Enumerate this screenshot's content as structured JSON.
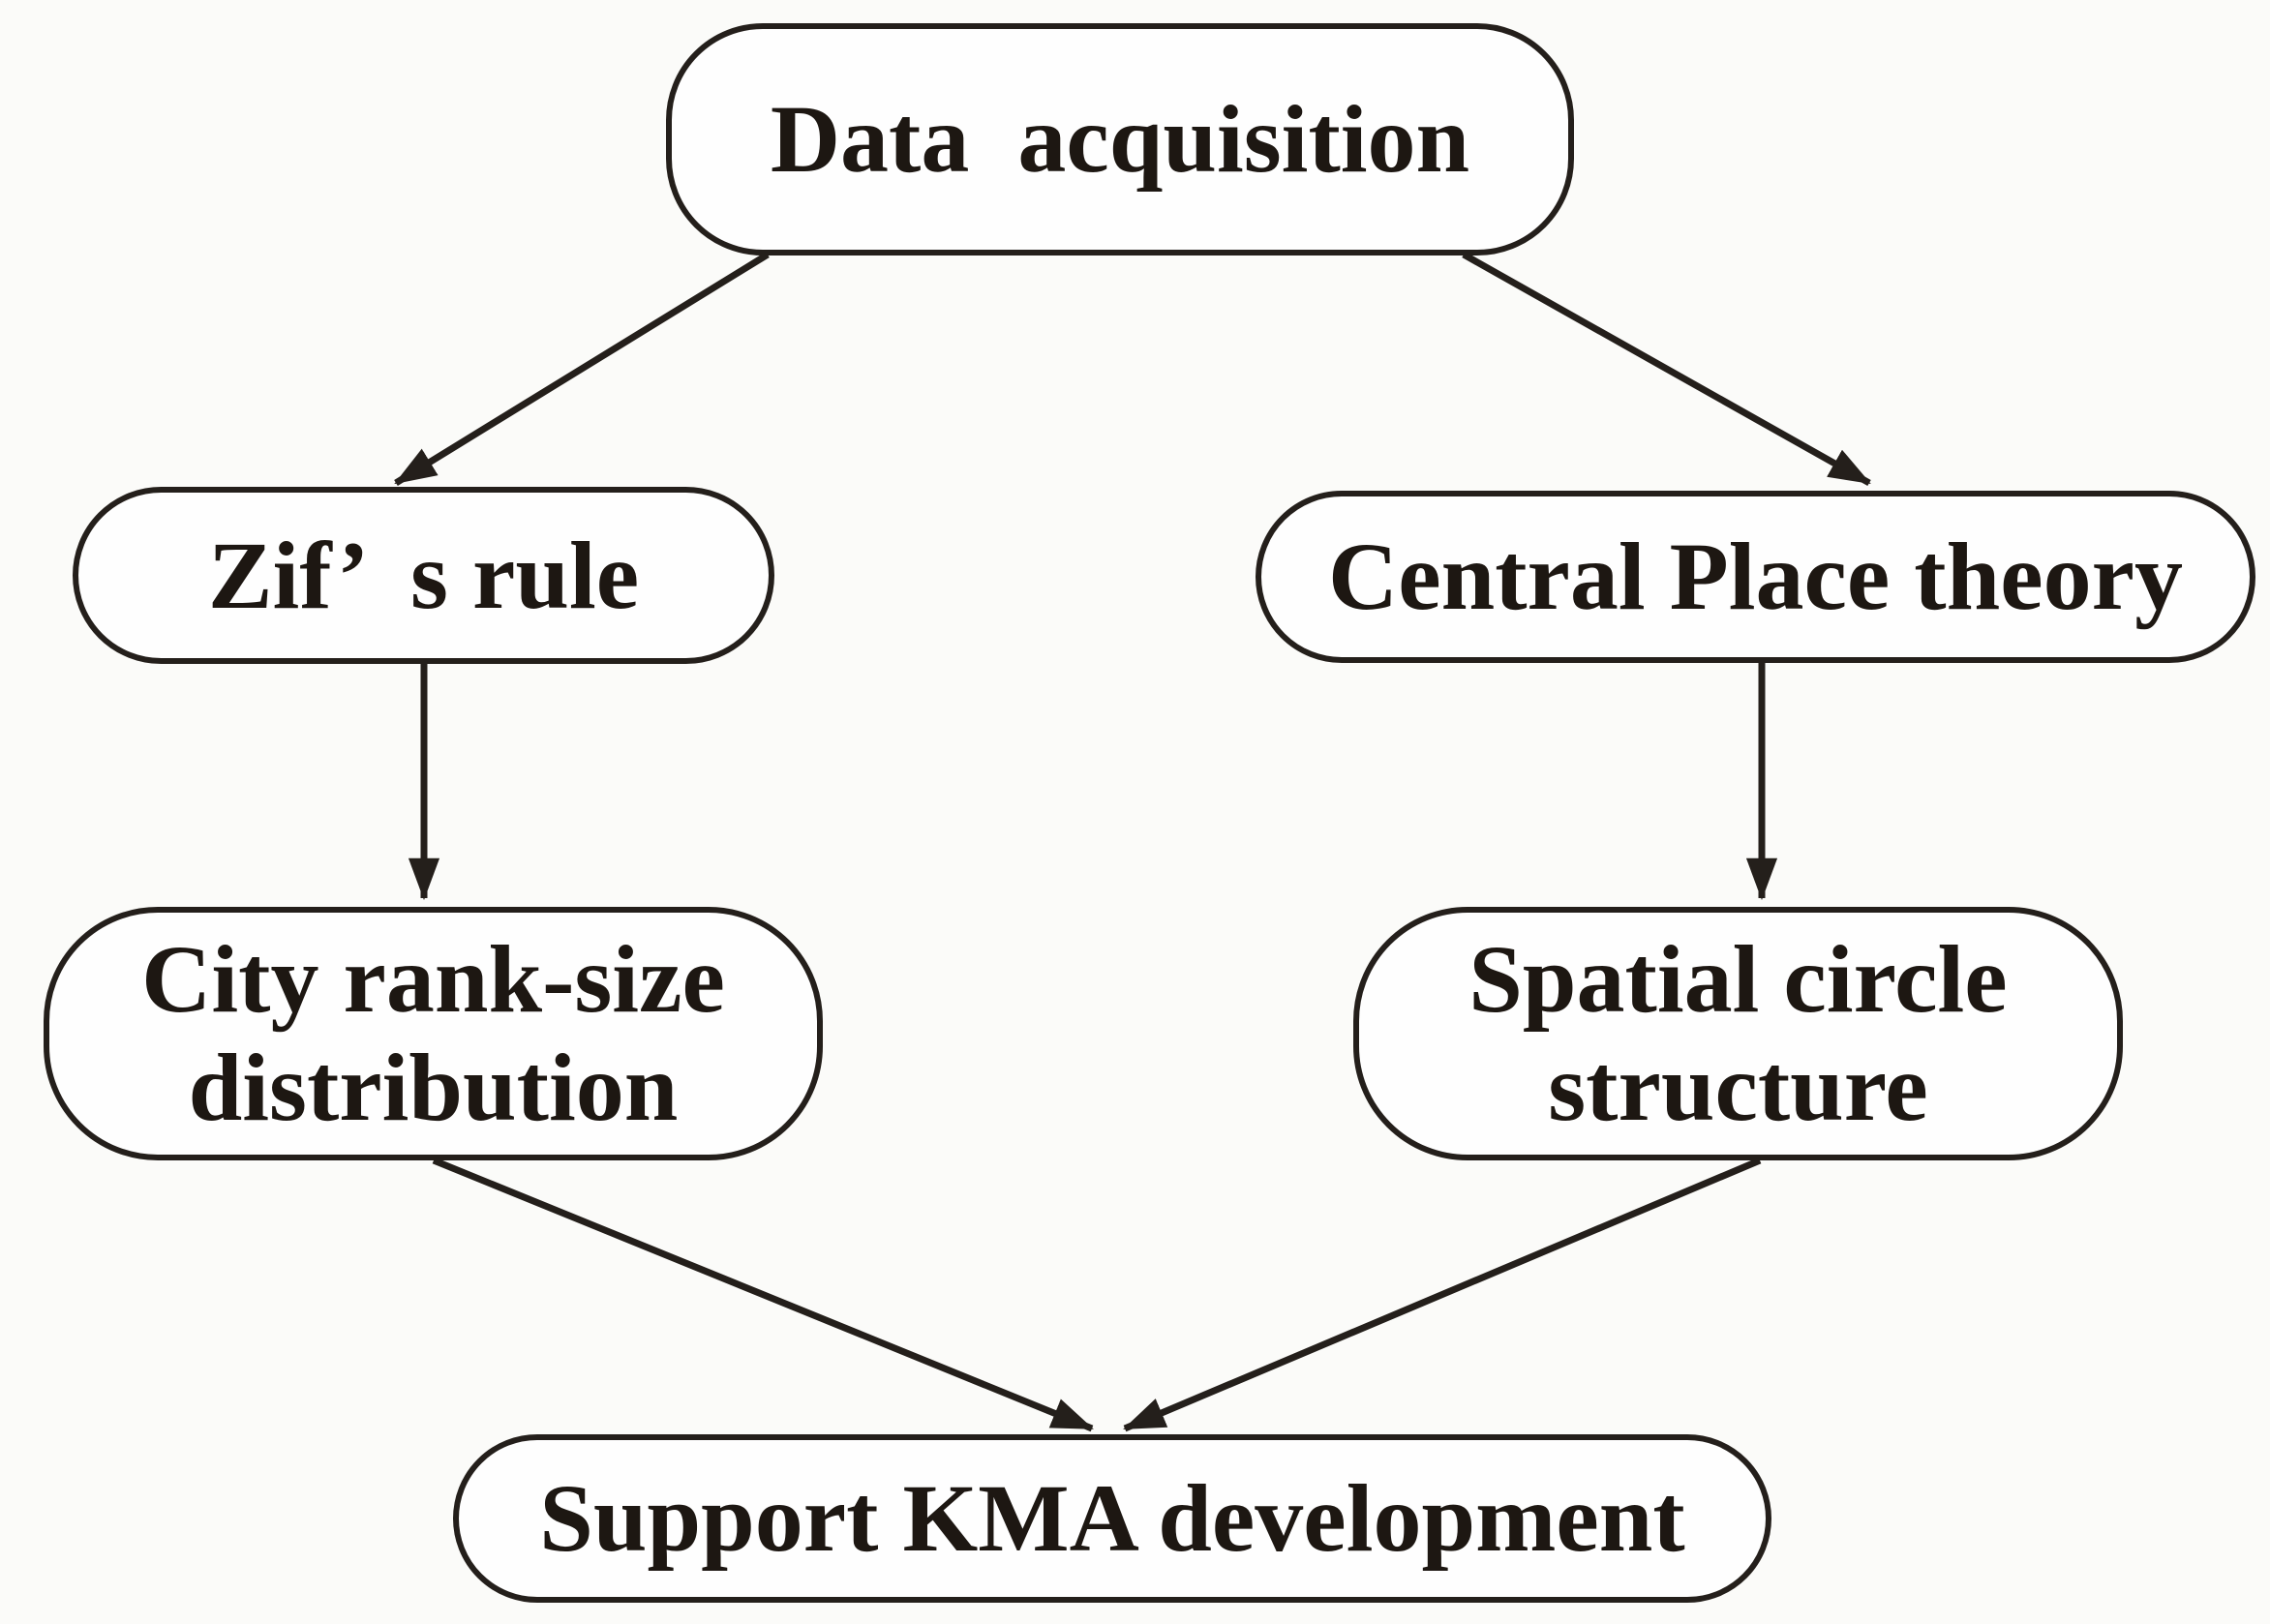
{
  "figure": {
    "type": "flowchart",
    "colors": {
      "background": "#fbfbf9",
      "node_fill": "#fefefe",
      "stroke": "#241f1b",
      "text": "#1d1712"
    },
    "nodes": {
      "data_acquisition": {
        "label": "Data  acquisition"
      },
      "zifs_rule": {
        "label": "Zif’  s rule"
      },
      "central_place_theory": {
        "label": "Central Place theory"
      },
      "city_rank_size": {
        "line1": "City rank-size",
        "line2": "distribution"
      },
      "spatial_circle": {
        "line1": "Spatial circle",
        "line2": "structure"
      },
      "support_kma": {
        "label": "Support KMA development"
      }
    },
    "edges": [
      {
        "from": "Data acquisition",
        "to": "Zif’ s rule"
      },
      {
        "from": "Data acquisition",
        "to": "Central Place theory"
      },
      {
        "from": "Zif’ s rule",
        "to": "City rank-size distribution"
      },
      {
        "from": "Central Place theory",
        "to": "Spatial circle structure"
      },
      {
        "from": "City rank-size distribution",
        "to": "Support KMA development"
      },
      {
        "from": "Spatial circle structure",
        "to": "Support KMA development"
      }
    ]
  }
}
